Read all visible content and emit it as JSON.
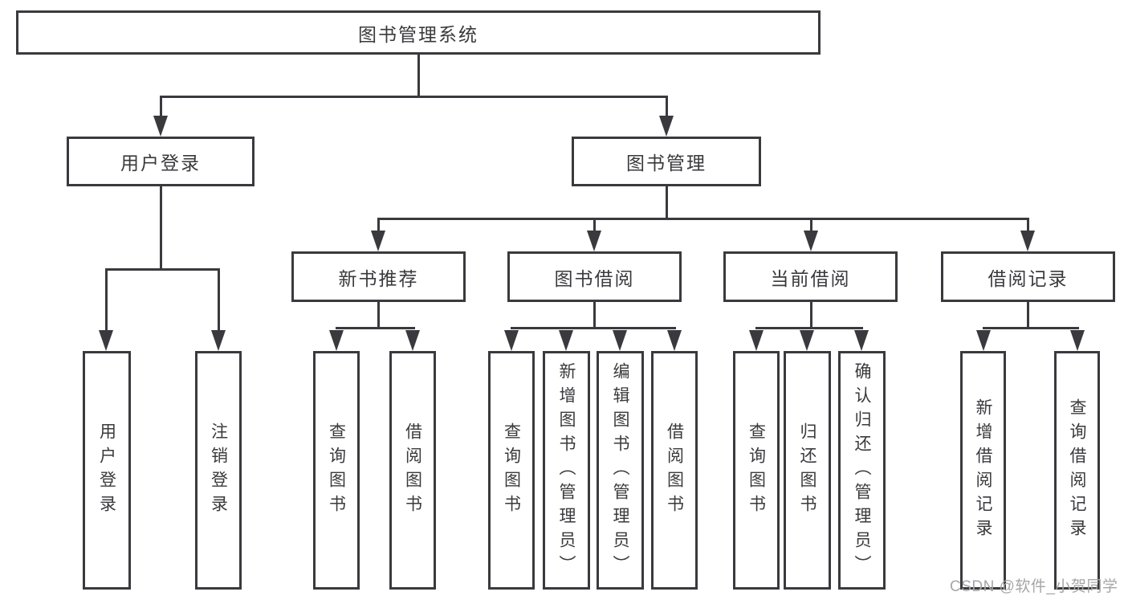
{
  "diagram": {
    "title": {
      "label": "图书管理系统"
    },
    "level1": [
      {
        "label": "用户登录"
      },
      {
        "label": "图书管理"
      }
    ],
    "level2": [
      {
        "label": "新书推荐"
      },
      {
        "label": "图书借阅"
      },
      {
        "label": "当前借阅"
      },
      {
        "label": "借阅记录"
      }
    ],
    "leaves": {
      "login": [
        {
          "label": "用户登录"
        },
        {
          "label": "注销登录"
        }
      ],
      "recommend": [
        {
          "label": "查询图书"
        },
        {
          "label": "借阅图书"
        }
      ],
      "borrow": [
        {
          "label": "查询图书"
        },
        {
          "label": "新增图书（管理员）"
        },
        {
          "label": "编辑图书（管理员）"
        },
        {
          "label": "借阅图书"
        }
      ],
      "current": [
        {
          "label": "查询图书"
        },
        {
          "label": "归还图书"
        },
        {
          "label": "确认归还（管理员）"
        }
      ],
      "records": [
        {
          "label": "新增借阅记录"
        },
        {
          "label": "查询借阅记录"
        }
      ]
    },
    "watermark": "CSDN @软件_小贺同学",
    "colors": {
      "line": "#3a3a3e",
      "text": "#3a3a3d",
      "watermark": "#a6a6a6",
      "background": "#ffffff"
    }
  }
}
